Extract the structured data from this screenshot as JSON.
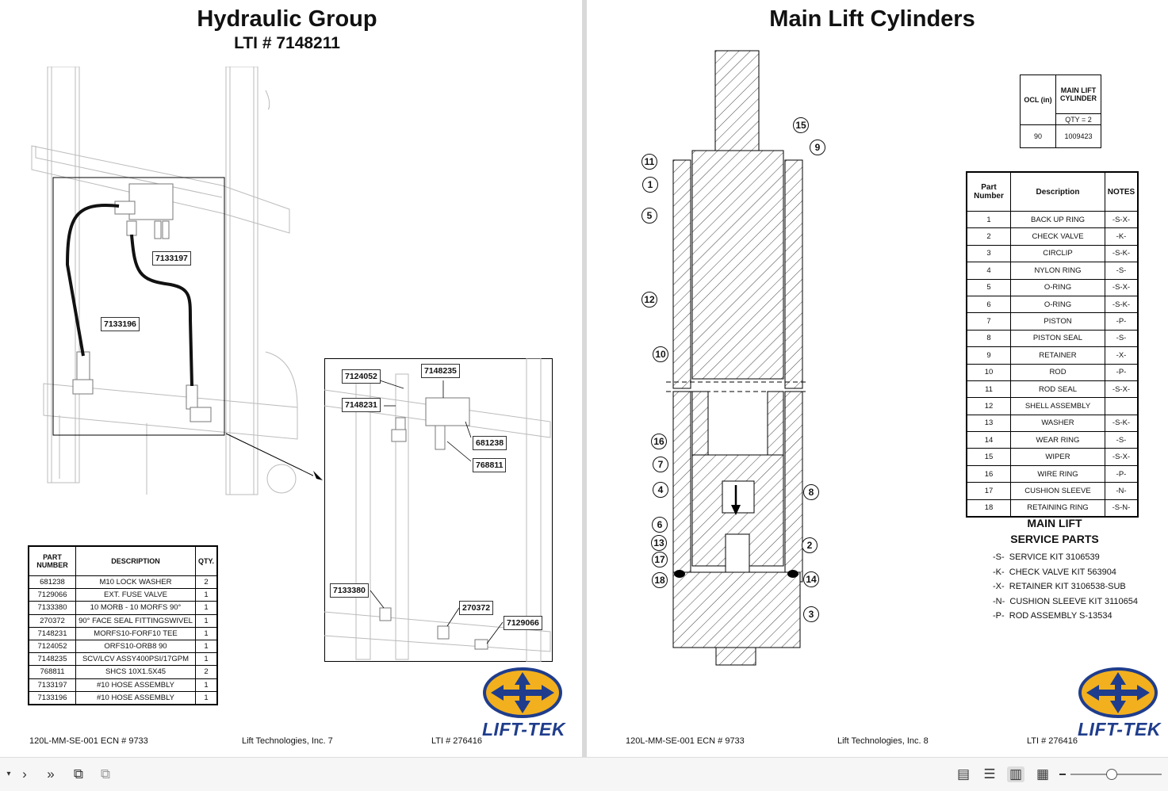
{
  "left_page": {
    "title": "Hydraulic Group",
    "subtitle": "LTI # 7148211",
    "overview_callouts": [
      "7133197",
      "7133196"
    ],
    "detail_callouts": [
      "7124052",
      "7148235",
      "7148231",
      "681238",
      "768811",
      "7133380",
      "270372",
      "7129066"
    ],
    "parts_table": {
      "headers": [
        "PART NUMBER",
        "DESCRIPTION",
        "QTY."
      ],
      "rows": [
        [
          "681238",
          "M10 LOCK WASHER",
          "2"
        ],
        [
          "7129066",
          "EXT. FUSE VALVE",
          "1"
        ],
        [
          "7133380",
          "10 MORB - 10 MORFS 90°",
          "1"
        ],
        [
          "270372",
          "90° FACE SEAL FITTINGSWIVEL",
          "1"
        ],
        [
          "7148231",
          "MORFS10-FORF10 TEE",
          "1"
        ],
        [
          "7124052",
          "ORFS10-ORB8 90",
          "1"
        ],
        [
          "7148235",
          "SCV/LCV ASSY400PSI/17GPM",
          "1"
        ],
        [
          "768811",
          "SHCS 10X1.5X45",
          "2"
        ],
        [
          "7133197",
          "#10 HOSE ASSEMBLY",
          "1"
        ],
        [
          "7133196",
          "#10 HOSE ASSEMBLY",
          "1"
        ]
      ]
    },
    "footer": {
      "doc": "120L-MM-SE-001 ECN # 9733",
      "company": "Lift Technologies, Inc. 7",
      "lti": "LTI # 276416"
    },
    "logo_text": "LIFT-TEK"
  },
  "right_page": {
    "title": "Main Lift Cylinders",
    "ocl_table": {
      "col1": "OCL (in)",
      "col2": "MAIN LIFT CYLINDER",
      "qty": "QTY = 2",
      "ocl": "90",
      "part": "1009423"
    },
    "callout_numbers": [
      "15",
      "9",
      "11",
      "1",
      "5",
      "12",
      "10",
      "16",
      "7",
      "4",
      "8",
      "6",
      "2",
      "13",
      "17",
      "18",
      "14",
      "3"
    ],
    "parts_table": {
      "headers": [
        "Part Number",
        "Description",
        "NOTES"
      ],
      "rows": [
        [
          "1",
          "BACK UP RING",
          "-S-X-"
        ],
        [
          "2",
          "CHECK VALVE",
          "-K-"
        ],
        [
          "3",
          "CIRCLIP",
          "-S-K-"
        ],
        [
          "4",
          "NYLON RING",
          "-S-"
        ],
        [
          "5",
          "O-RING",
          "-S-X-"
        ],
        [
          "6",
          "O-RING",
          "-S-K-"
        ],
        [
          "7",
          "PISTON",
          "-P-"
        ],
        [
          "8",
          "PISTON SEAL",
          "-S-"
        ],
        [
          "9",
          "RETAINER",
          "-X-"
        ],
        [
          "10",
          "ROD",
          "-P-"
        ],
        [
          "11",
          "ROD SEAL",
          "-S-X-"
        ],
        [
          "12",
          "SHELL ASSEMBLY",
          ""
        ],
        [
          "13",
          "WASHER",
          "-S-K-"
        ],
        [
          "14",
          "WEAR RING",
          "-S-"
        ],
        [
          "15",
          "WIPER",
          "-S-X-"
        ],
        [
          "16",
          "WIRE RING",
          "-P-"
        ],
        [
          "17",
          "CUSHION SLEEVE",
          "-N-"
        ],
        [
          "18",
          "RETAINING RING",
          "-S-N-"
        ]
      ]
    },
    "service": {
      "heading1": "MAIN LIFT",
      "heading2": "SERVICE PARTS",
      "lines": [
        {
          "code": "-S-",
          "text": "SERVICE KIT 3106539"
        },
        {
          "code": "-K-",
          "text": "CHECK VALVE KIT 563904"
        },
        {
          "code": "-X-",
          "text": "RETAINER KIT 3106538-SUB"
        },
        {
          "code": "-N-",
          "text": "CUSHION SLEEVE KIT 3110654"
        },
        {
          "code": "-P-",
          "text": "ROD ASSEMBLY S-13534"
        }
      ]
    },
    "footer": {
      "doc": "120L-MM-SE-001 ECN # 9733",
      "company": "Lift Technologies, Inc. 8",
      "lti": "LTI # 276416"
    },
    "logo_text": "LIFT-TEK"
  },
  "colors": {
    "logo_blue": "#1f3d8c",
    "logo_gold": "#f2b01e"
  }
}
